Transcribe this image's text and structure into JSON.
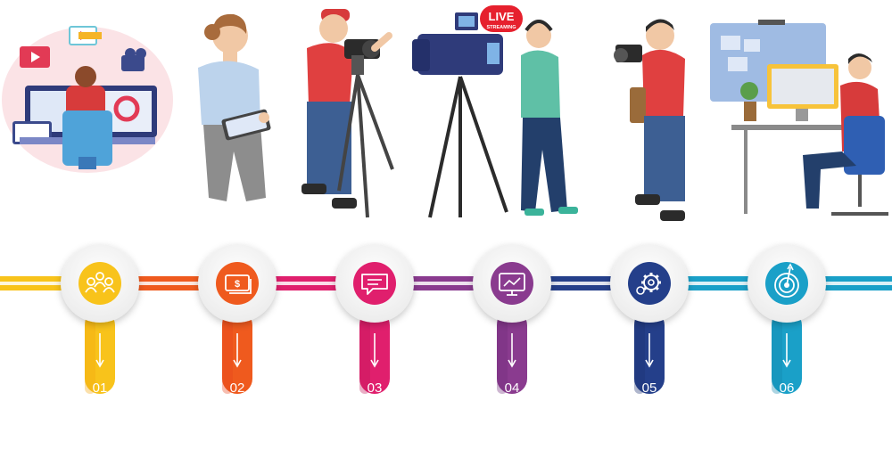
{
  "live_badge": {
    "main": "LIVE",
    "sub": "STREAMING"
  },
  "steps": [
    {
      "number": "01",
      "icon": "team-icon",
      "color": "#f8c31b",
      "dark": "#f3a70f"
    },
    {
      "number": "02",
      "icon": "money-icon",
      "color": "#ef5a1e",
      "dark": "#e8461c"
    },
    {
      "number": "03",
      "icon": "chat-icon",
      "color": "#e01f6d",
      "dark": "#c0165a"
    },
    {
      "number": "04",
      "icon": "analytics-icon",
      "color": "#8a3b8f",
      "dark": "#6f2d7a"
    },
    {
      "number": "05",
      "icon": "gear-icon",
      "color": "#243f8a",
      "dark": "#1c3170"
    },
    {
      "number": "06",
      "icon": "target-icon",
      "color": "#1aa0c8",
      "dark": "#1486ad"
    }
  ],
  "scenes": [
    {
      "name": "video-editor-scene"
    },
    {
      "name": "woman-with-tablet-scene"
    },
    {
      "name": "cameraman-scene"
    },
    {
      "name": "live-streaming-scene"
    },
    {
      "name": "photographer-scene"
    },
    {
      "name": "office-worker-scene"
    }
  ]
}
